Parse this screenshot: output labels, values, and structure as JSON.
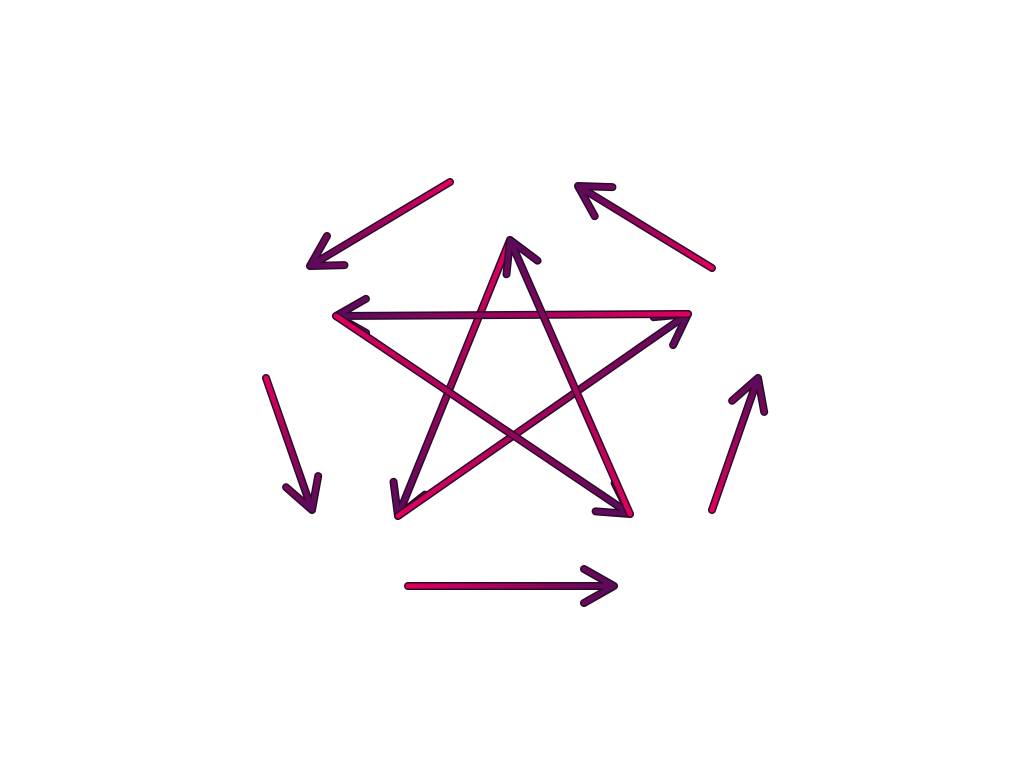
{
  "diagram": {
    "kind": "pentagram-with-cycle-arrows",
    "colors": {
      "start": "#e0005a",
      "end": "#5a0a5a",
      "outline": "#2a0a2a",
      "background": "#ffffff"
    },
    "star_arrows": [
      {
        "id": "star-arrow-1"
      },
      {
        "id": "star-arrow-2"
      },
      {
        "id": "star-arrow-3"
      },
      {
        "id": "star-arrow-4"
      },
      {
        "id": "star-arrow-5"
      }
    ],
    "outer_arrows": [
      {
        "id": "outer-arrow-1"
      },
      {
        "id": "outer-arrow-2"
      },
      {
        "id": "outer-arrow-3"
      },
      {
        "id": "outer-arrow-4"
      },
      {
        "id": "outer-arrow-5"
      }
    ]
  }
}
